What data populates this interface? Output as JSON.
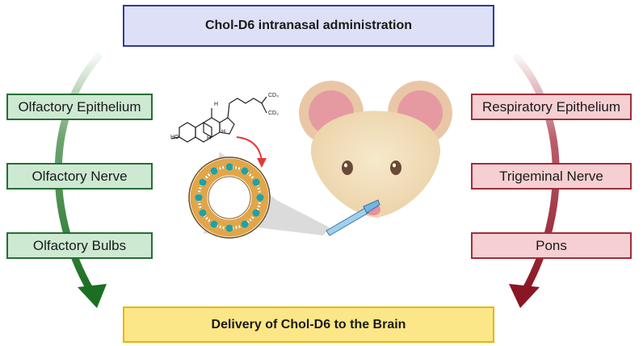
{
  "title_box": "Chol-D6 intranasal administration",
  "bottom_box": "Delivery of Chol-D6 to the Brain",
  "left_pathway": {
    "color": "#2e7d32",
    "steps": [
      "Olfactory Epithelium",
      "Olfactory Nerve",
      "Olfactory Bulbs"
    ]
  },
  "right_pathway": {
    "color": "#9b1b2b",
    "steps": [
      "Respiratory Epithelium",
      "Trigeminal Nerve",
      "Pons"
    ]
  },
  "molecule": {
    "labels": {
      "ho": "HO",
      "h1": "H",
      "h2": "H",
      "h3": "H",
      "cd3a": "CD₃",
      "cd3b": "CD₃"
    }
  },
  "icons": [
    "mouse-icon",
    "liposome-icon",
    "pipette-icon",
    "cholesterol-structure-icon"
  ]
}
